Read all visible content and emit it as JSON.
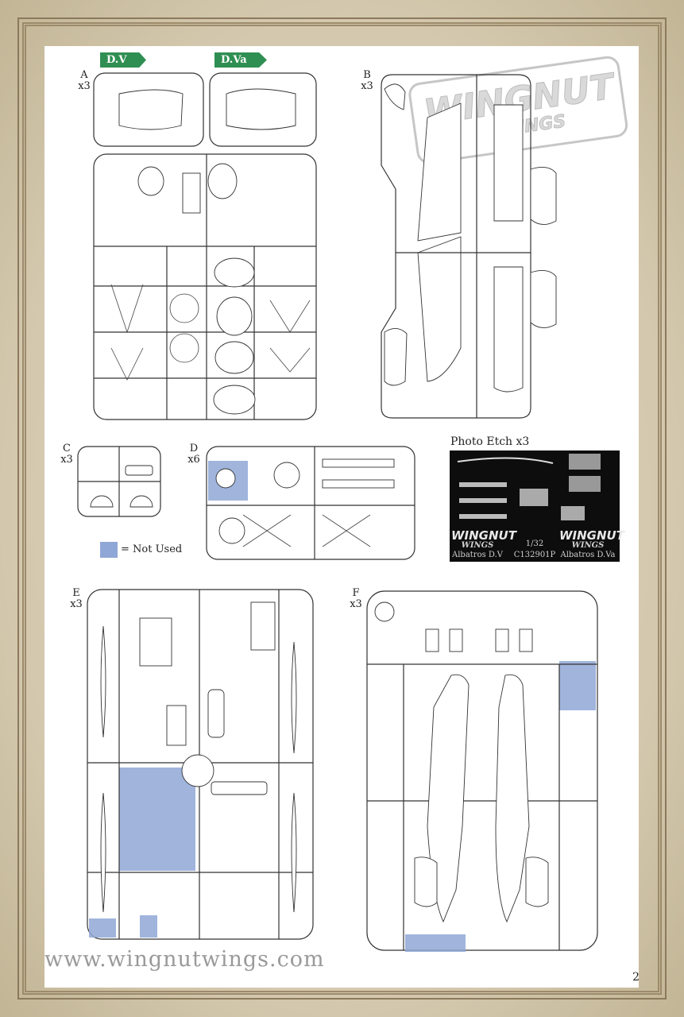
{
  "tags": {
    "dv": "D.V",
    "dva": "D.Va"
  },
  "sprues": {
    "a": {
      "letter": "A",
      "qty": "x3"
    },
    "b": {
      "letter": "B",
      "qty": "x3"
    },
    "c": {
      "letter": "C",
      "qty": "x3"
    },
    "d": {
      "letter": "D",
      "qty": "x6"
    },
    "e": {
      "letter": "E",
      "qty": "x3"
    },
    "f": {
      "letter": "F",
      "qty": "x3"
    }
  },
  "photo_etch": {
    "title": "Photo Etch  x3",
    "brand_left": "WINGNUT",
    "brand_left_sub": "WINGS",
    "brand_right": "WINGNUT",
    "brand_right_sub": "WINGS",
    "caption_left": "Albatros  D.V",
    "caption_right": "Albatros  D.Va",
    "scale": "1/32",
    "code": "C132901P"
  },
  "legend": {
    "text": "= Not Used",
    "color": "#8fa7d6"
  },
  "watermark": {
    "big": "WINGNUT",
    "small": "WINGS"
  },
  "footer": {
    "url": "www.wingnutwings.com",
    "page": "2"
  }
}
